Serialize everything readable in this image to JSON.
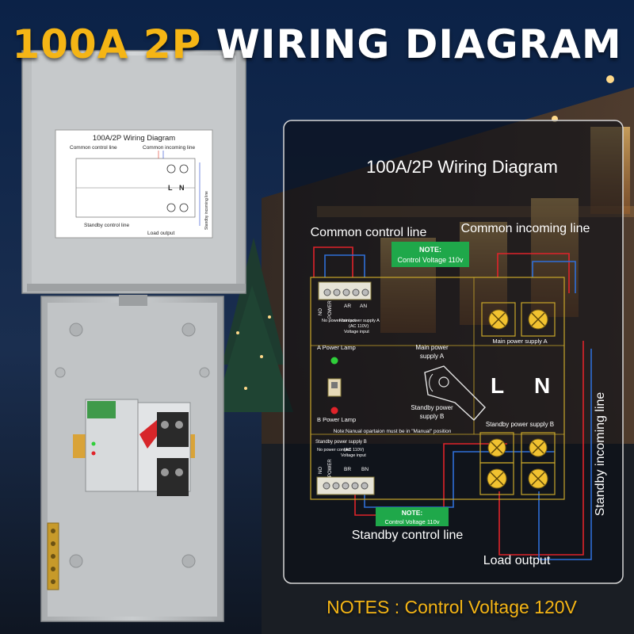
{
  "headline": {
    "part_a": "100A 2P",
    "part_b": "WIRING DIAGRAM"
  },
  "lid_label": {
    "title": "100A/2P Wiring Diagram",
    "common_control_line": "Common control line",
    "common_incoming_line": "Common incoming line",
    "l": "L",
    "n": "N",
    "standby_control_line": "Standby control line",
    "load_output": "Load output",
    "standby_incoming_line": "Standby incoming line"
  },
  "diagram": {
    "title": "100A/2P Wiring Diagram",
    "common_control_line": "Common control line",
    "common_incoming_line": "Common incoming line",
    "note_top_1": "NOTE:",
    "note_top_2": "Control Voltage 110v",
    "term_no": "NO",
    "term_power": "POWER",
    "term_ar": "AR",
    "term_an": "AN",
    "term_br": "BR",
    "term_bn": "BN",
    "no_power_contact": "No power contact",
    "main_supply_input_1": "Main power supply A",
    "main_supply_input_2": "(AC 110V)",
    "main_supply_input_3": "Voltage input",
    "main_power_supply_a": "Main power supply A",
    "a_power_lamp": "A Power Lamp",
    "b_power_lamp": "B Power Lamp",
    "main_power_label_1": "Main power",
    "main_power_label_2": "supply A",
    "standby_label_1": "Standby power",
    "standby_label_2": "supply B",
    "l": "L",
    "n": "N",
    "standby_power_supply_b": "Standby power supply B",
    "manual_note": "Note:Nanual opartaion must be in \"Manual\" position",
    "standby_top_caption": "Standby power supply B",
    "standby_input_1": "(AC 110V)",
    "standby_input_2": "Voltage input",
    "note_bottom_1": "NOTE:",
    "note_bottom_2": "Control Voltage 110v",
    "standby_control_line": "Standby control line",
    "load_output": "Load output",
    "standby_incoming_line": "Standby incoming line"
  },
  "footer_note": "NOTES : Control Voltage 120V",
  "colors": {
    "accent_yellow": "#f5b515",
    "wire_red": "#e0232a",
    "wire_blue": "#2f6fd8",
    "note_green": "#1fa84a",
    "lamp_green": "#2fcf3a",
    "lamp_red": "#e0232a",
    "enclosure_gray": "#c8cbcd"
  }
}
